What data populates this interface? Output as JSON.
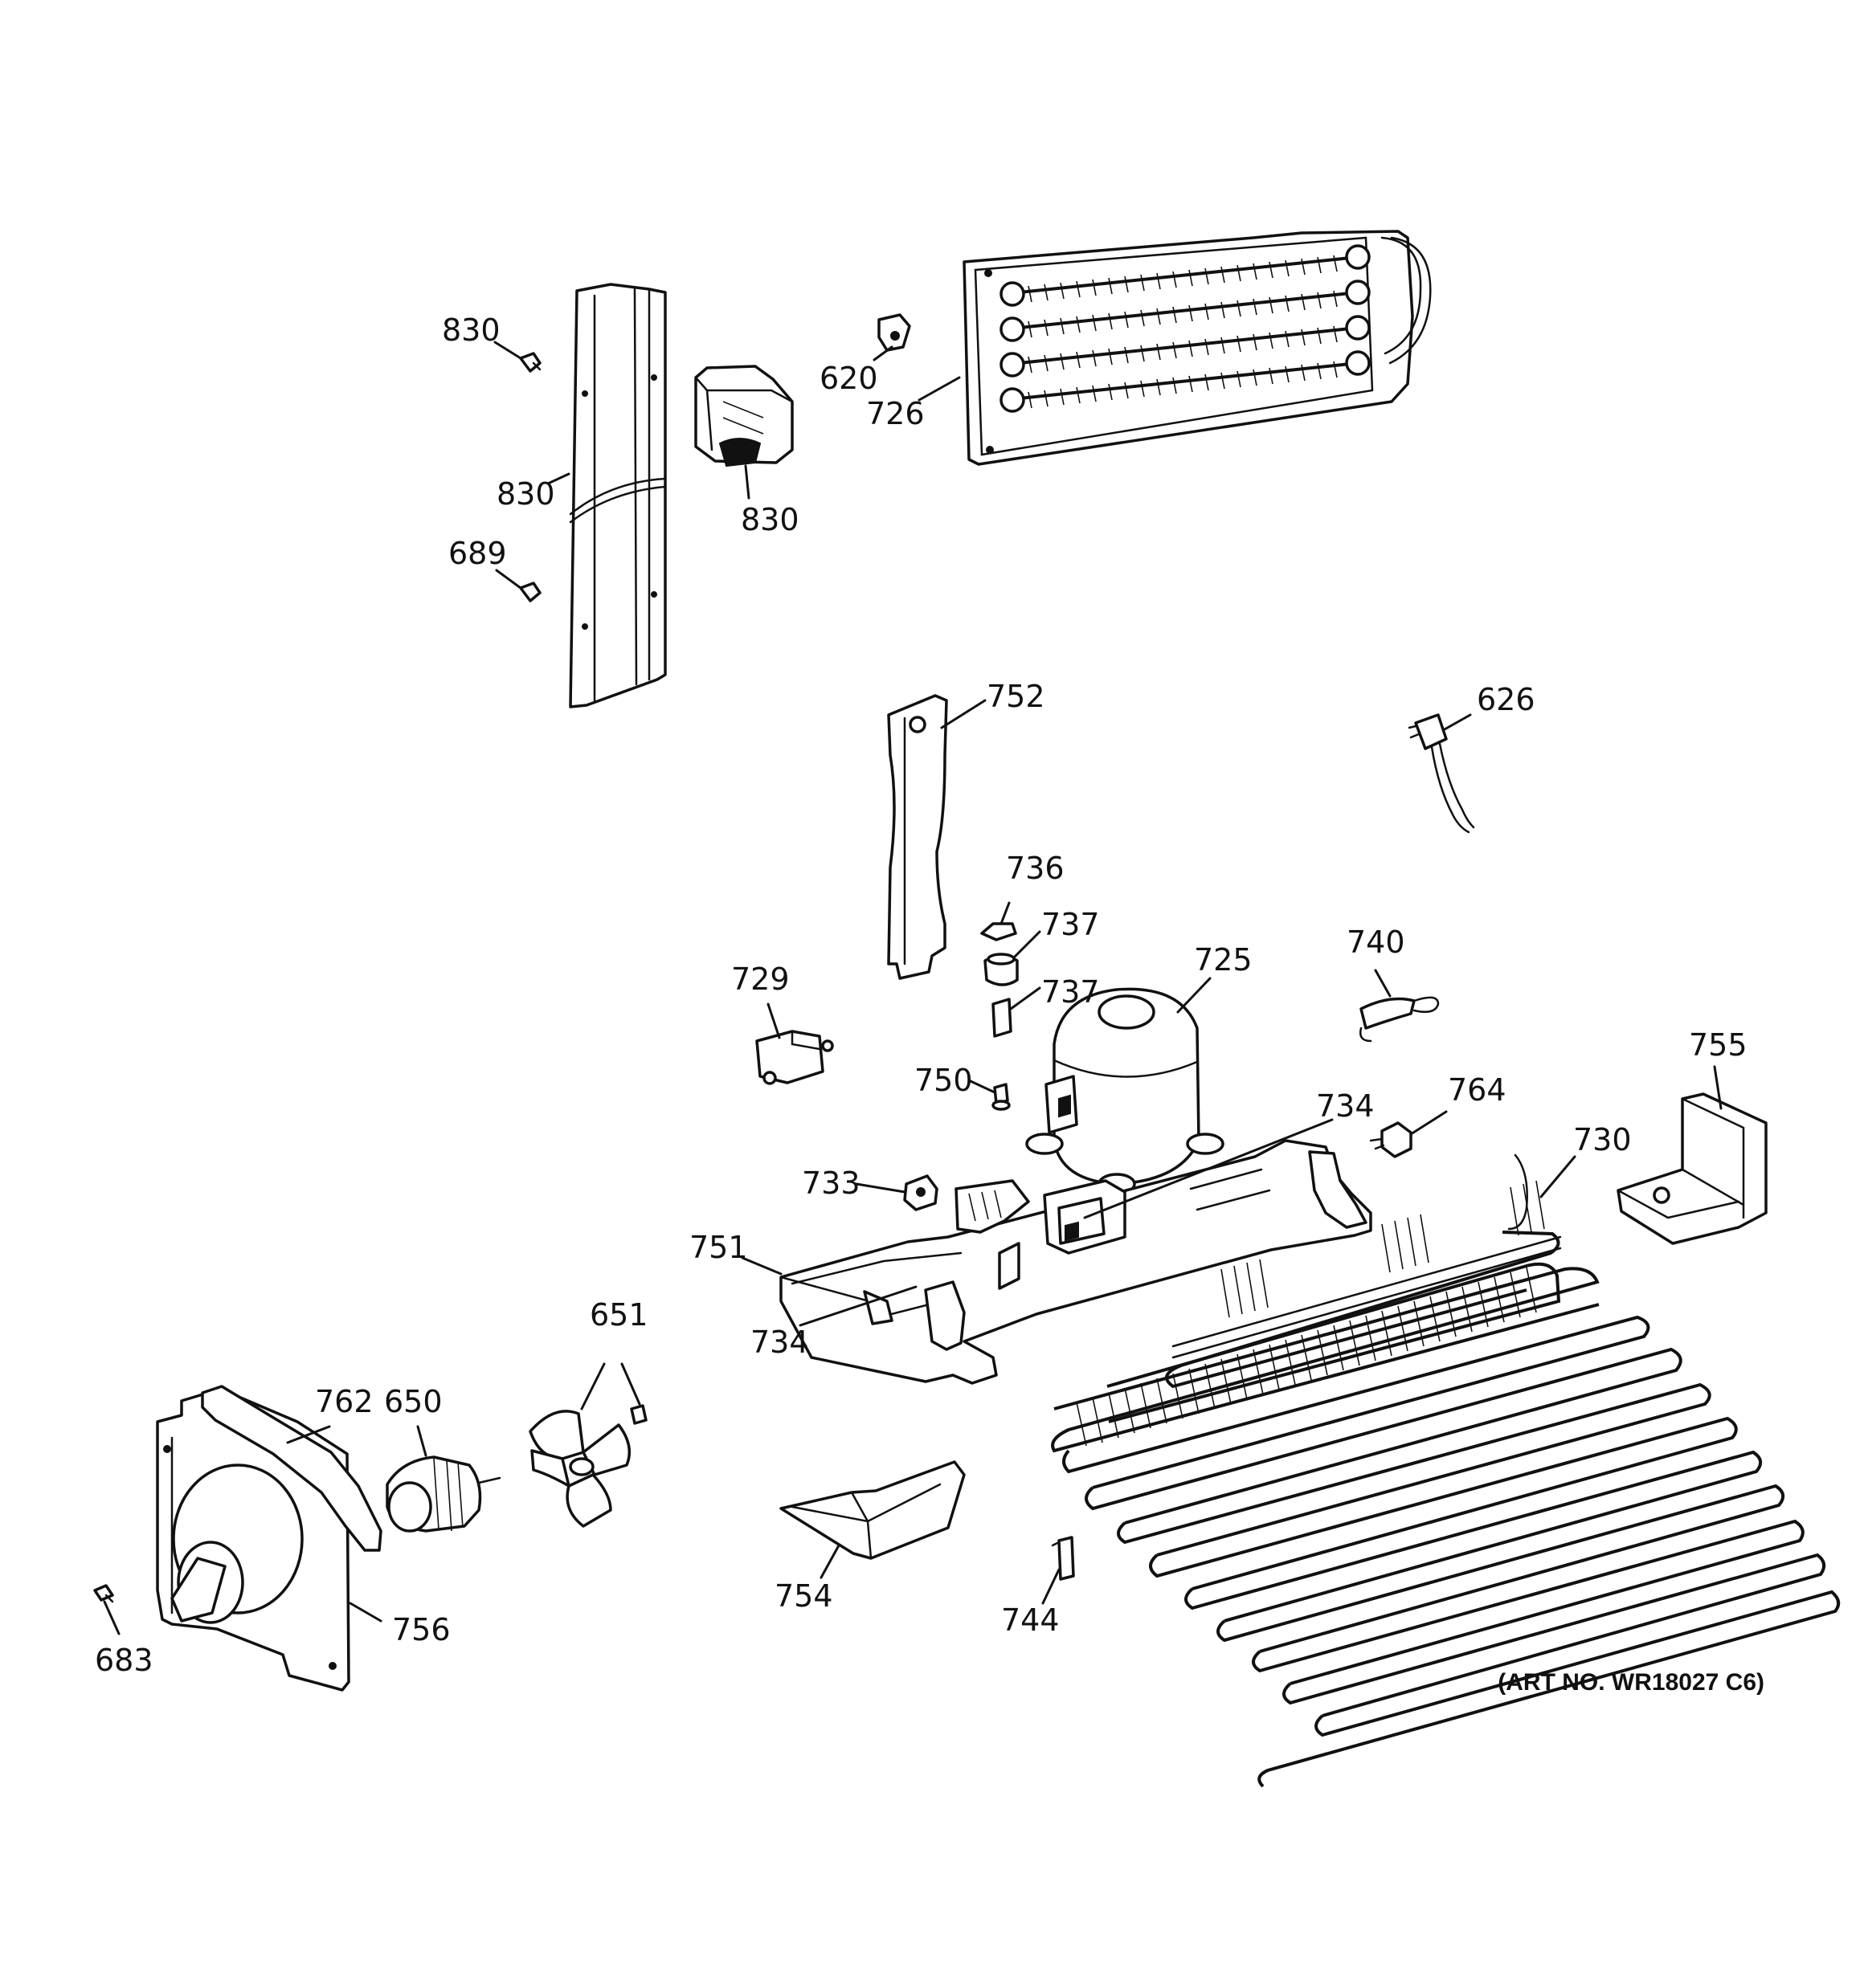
{
  "art_number": "(ART NO. WR18027 C6)",
  "labels": {
    "p830_screw": "830",
    "p830_channel": "830",
    "p830_bracket": "830",
    "p689": "689",
    "p620": "620",
    "p726": "726",
    "p752": "752",
    "p626": "626",
    "p736": "736",
    "p737_a": "737",
    "p737_b": "737",
    "p725": "725",
    "p740": "740",
    "p729": "729",
    "p750": "750",
    "p734_a": "734",
    "p764": "764",
    "p755": "755",
    "p733": "733",
    "p730": "730",
    "p751": "751",
    "p734_b": "734",
    "p651": "651",
    "p762": "762",
    "p650": "650",
    "p754": "754",
    "p744": "744",
    "p756": "756",
    "p683": "683"
  }
}
